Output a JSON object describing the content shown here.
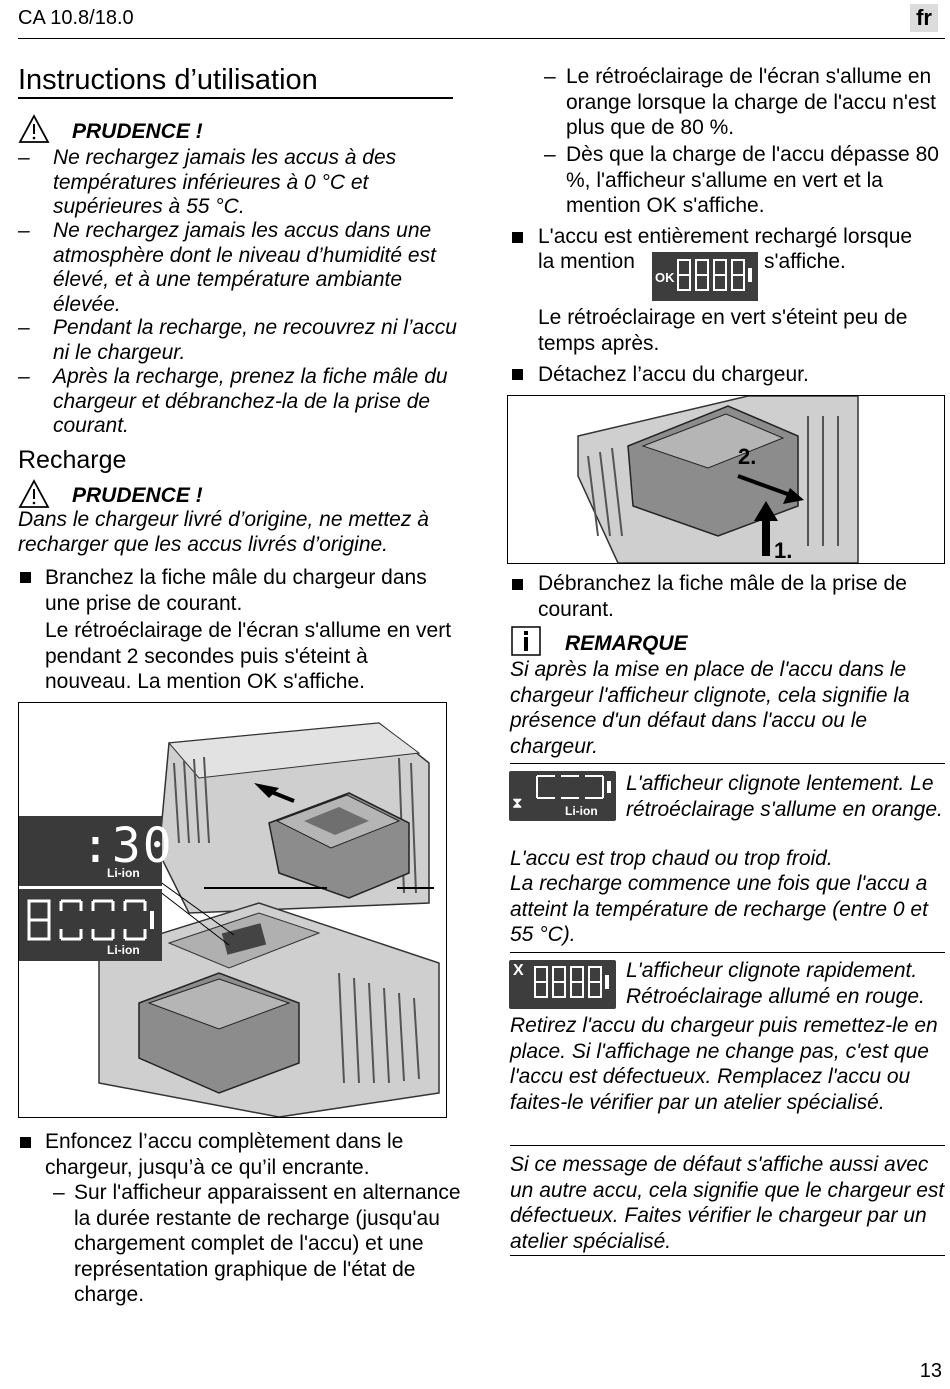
{
  "header": {
    "model": "CA 10.8/18.0",
    "lang": "fr"
  },
  "left": {
    "title": "Instructions d’utilisation",
    "caution1": {
      "label": "PRUDENCE !",
      "items": [
        "Ne rechargez jamais les accus à des températures inférieures à 0 °C et supérieures à 55 °C.",
        "Ne rechargez jamais les accus dans une atmosphère dont le niveau d’humidité est élevé, et à une température ambiante élevée.",
        "Pendant la recharge, ne recouvrez ni l’accu ni le chargeur.",
        "Après la recharge, prenez la fiche mâle du chargeur et débranchez-la de la prise de courant."
      ]
    },
    "recharge_title": "Recharge",
    "caution2": {
      "label": "PRUDENCE !",
      "text": "Dans le chargeur livré d’origine, ne mettez à recharger que les accus livrés d’origine."
    },
    "step1": {
      "text": "Branchez la fiche mâle du chargeur dans une prise de courant.",
      "note": "Le rétroéclairage de l'écran s'allume en vert pendant 2 secondes puis s'éteint à nouveau. La mention OK s'affiche."
    },
    "figure1": {
      "lcd1_digits": ":30",
      "lcd_label": "Li-ion"
    },
    "step2": {
      "text": "Enfoncez l’accu complètement dans le chargeur, jusqu’à ce qu’il encrante.",
      "sub": "Sur l'afficheur apparaissent en alternance la durée restante de recharge (jusqu'au chargement complet de l'accu) et une représentation graphique de l'état de charge."
    }
  },
  "right": {
    "sub_items": [
      "Le rétroéclairage de l'écran s'allume en orange lorsque la charge de l'accu n'est plus que de 80 %.",
      "Dès que la charge de l'accu dépasse 80 %, l'afficheur s'allume en vert et la mention OK s'affiche."
    ],
    "full": {
      "text_a": "L'accu est entièrement rechargé lorsque",
      "text_b": "la mention",
      "text_c": "s'affiche.",
      "icon_ok": "OK",
      "after": "Le rétroéclairage en vert s'éteint peu de temps après."
    },
    "detach": "Détachez l’accu du chargeur.",
    "figure2": {
      "label1": "1.",
      "label2": "2."
    },
    "unplug": "Débranchez la fiche mâle de la prise de courant.",
    "remark": {
      "label": "REMARQUE",
      "text": "Si après la mise en place de l'accu dans le chargeur l'afficheur clignote, cela signifie la présence d'un défaut dans l'accu ou le chargeur."
    },
    "slow": {
      "lcd_label": "Li-ion",
      "text": "L'afficheur clignote lentement. Le rétroéclairage s'allume en orange.",
      "cause": "L'accu est trop chaud ou trop froid.",
      "action": "La recharge commence une fois que l'accu a atteint la température de recharge (entre 0 et 55 °C)."
    },
    "fast": {
      "lcd_x": "X",
      "text": "L'afficheur clignote rapidement. Rétroéclairage allumé en rouge.",
      "action": "Retirez l'accu du chargeur puis remettez-le en place. Si l'affichage ne change pas, c'est que l'accu est défectueux. Remplacez l'accu ou faites-le vérifier par un atelier spécialisé."
    },
    "defect": "Si ce message de défaut s'affiche aussi avec un autre accu, cela signifie que le chargeur est défectueux. Faites vérifier le chargeur par un atelier spécialisé."
  },
  "page_number": "13"
}
